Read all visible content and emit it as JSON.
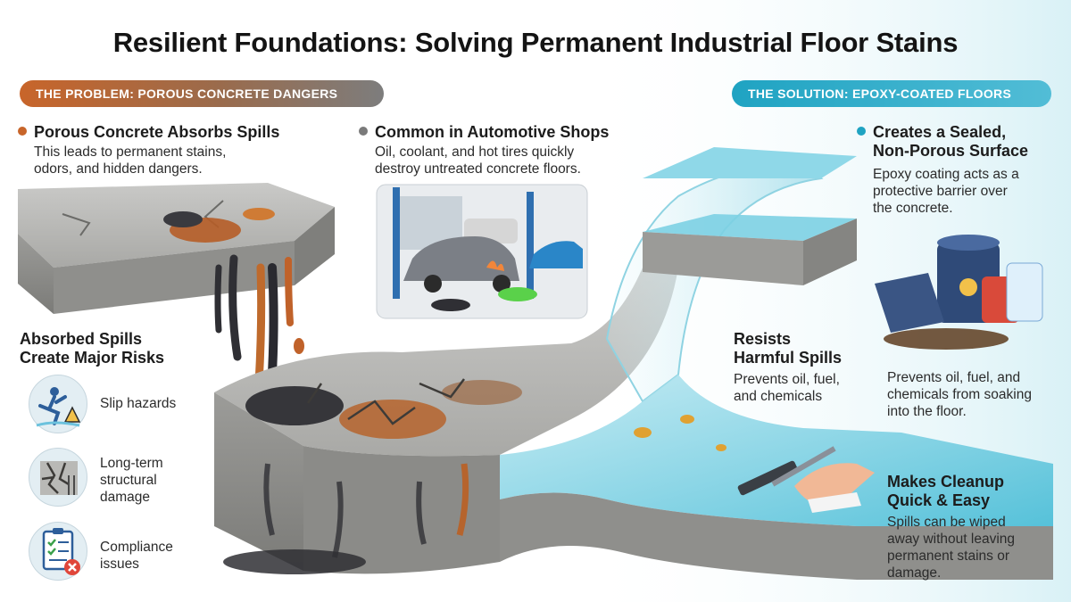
{
  "title": "Resilient Foundations: Solving Permanent Industrial Floor Stains",
  "banners": {
    "problem": "THE PROBLEM: POROUS CONCRETE DANGERS",
    "solution": "THE SOLUTION: EPOXY-COATED FLOORS"
  },
  "problem": {
    "porous": {
      "heading": "Porous Concrete Absorbs Spills",
      "body_line1": "This leads to permanent stains,",
      "body_line2": "odors, and hidden dangers."
    },
    "automotive": {
      "heading": "Common in Automotive Shops",
      "body_line1": "Oil, coolant, and hot tires quickly",
      "body_line2": "destroy untreated concrete floors."
    },
    "risks": {
      "heading_line1": "Absorbed Spills",
      "heading_line2": "Create Major Risks",
      "items": [
        {
          "line1": "Slip hazards",
          "line2": "",
          "line3": "",
          "icon": "slip-hazard-icon"
        },
        {
          "line1": "Long-term",
          "line2": "structural",
          "line3": "damage",
          "icon": "cracked-concrete-icon"
        },
        {
          "line1": "Compliance",
          "line2": "issues",
          "line3": "",
          "icon": "compliance-clipboard-icon"
        }
      ]
    }
  },
  "solution": {
    "sealed": {
      "heading_line1": "Creates a Sealed,",
      "heading_line2": "Non-Porous Surface",
      "body_line1": "Epoxy coating acts as a",
      "body_line2": "protective barrier over",
      "body_line3": "the concrete."
    },
    "resists": {
      "heading_line1": "Resists",
      "heading_line2": "Harmful Spills",
      "body_line1": "Prevents oil, fuel,",
      "body_line2": "and chemicals"
    },
    "prevents": {
      "body_line1": "Prevents oil, fuel, and",
      "body_line2": "chemicals from soaking",
      "body_line3": "into the floor."
    },
    "cleanup": {
      "heading_line1": "Makes Cleanup",
      "heading_line2": "Quick & Easy",
      "body_line1": "Spills can be wiped",
      "body_line2": "away without leaving",
      "body_line3": "permanent stains or",
      "body_line4": "damage."
    }
  },
  "colors": {
    "problem_accent": "#c8652a",
    "solution_accent": "#1fa3c2",
    "automotive_dot": "#7a7a7a",
    "oil": "#2e2e33",
    "rust": "#c0622a",
    "epoxy": "#5cc6dc"
  }
}
